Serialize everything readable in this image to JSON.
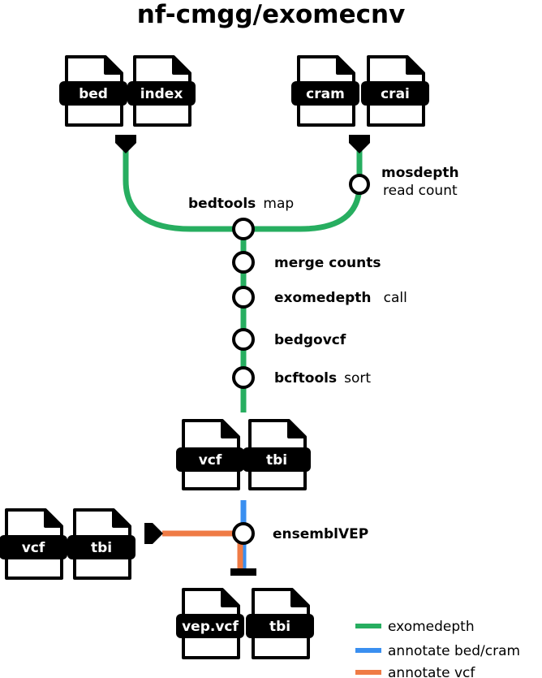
{
  "title": "nf-cmgg/exomecnv",
  "colors": {
    "exomedepth": "#27ae60",
    "annotate_bedcram": "#3a8ff0",
    "annotate_vcf": "#ef7b45",
    "ink": "#000000",
    "paper": "#ffffff"
  },
  "inputs": {
    "bed": "bed",
    "index": "index",
    "cram": "cram",
    "crai": "crai"
  },
  "steps": {
    "mosdepth": {
      "bold": "mosdepth",
      "desc": "read count"
    },
    "bedtools": {
      "bold": "bedtools",
      "desc": "map"
    },
    "merge_counts": {
      "bold": "merge counts",
      "desc": ""
    },
    "exomedepth": {
      "bold": "exomedepth",
      "desc": "call"
    },
    "bedgovcf": {
      "bold": "bedgovcf",
      "desc": ""
    },
    "bcftools": {
      "bold": "bcftools",
      "desc": "sort"
    },
    "ensemblvep": {
      "bold": "ensemblVEP",
      "desc": ""
    }
  },
  "outputs_main": {
    "vcf": "vcf",
    "tbi": "tbi"
  },
  "inputs_vcf": {
    "vcf": "vcf",
    "tbi": "tbi"
  },
  "outputs_final": {
    "vcf": "vep.vcf",
    "tbi": "tbi"
  },
  "legend": [
    {
      "label": "exomedepth",
      "color": "#27ae60"
    },
    {
      "label": "annotate bed/cram",
      "color": "#3a8ff0"
    },
    {
      "label": "annotate vcf",
      "color": "#ef7b45"
    }
  ]
}
